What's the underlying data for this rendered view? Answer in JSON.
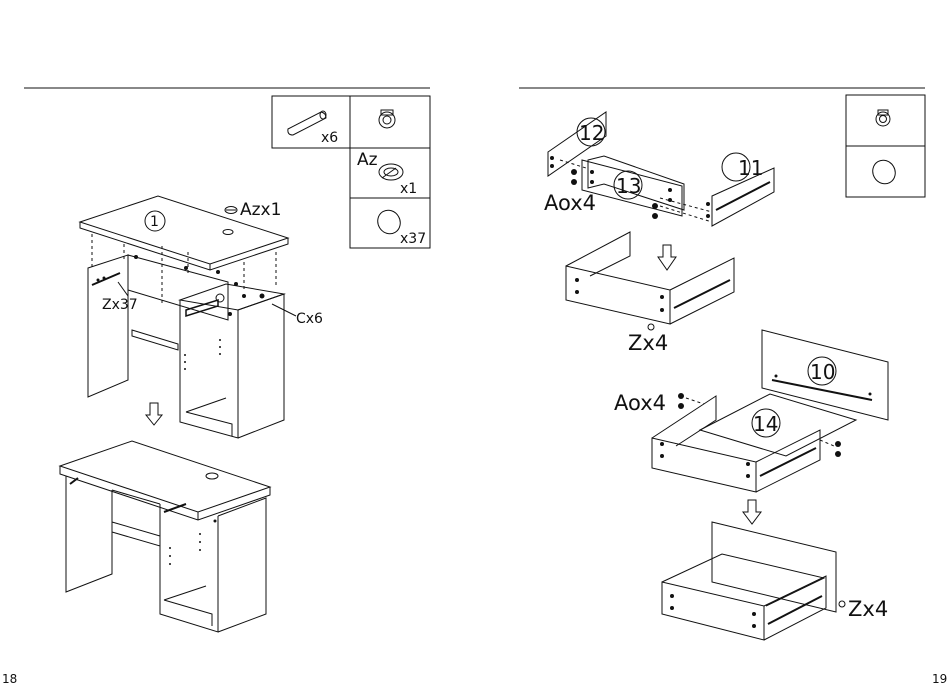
{
  "left_page": {
    "page_number": "18",
    "parts_table": {
      "dowel_count": "x6",
      "az_label": "Az",
      "az_count": "x1",
      "cover_count": "x37"
    },
    "step1": {
      "part_number": "1",
      "az_callout": "Azx1",
      "zx_callout": "Zx37",
      "cx_callout": "Cx6"
    }
  },
  "right_page": {
    "page_number": "19",
    "drawer": {
      "part_12": "12",
      "part_13": "13",
      "part_11": "11",
      "aox_callout_1": "Aox4",
      "zx_callout_1": "Zx4",
      "part_10": "10",
      "aox_callout_2": "Aox4",
      "part_14": "14",
      "zx_callout_2": "Zx4"
    }
  }
}
